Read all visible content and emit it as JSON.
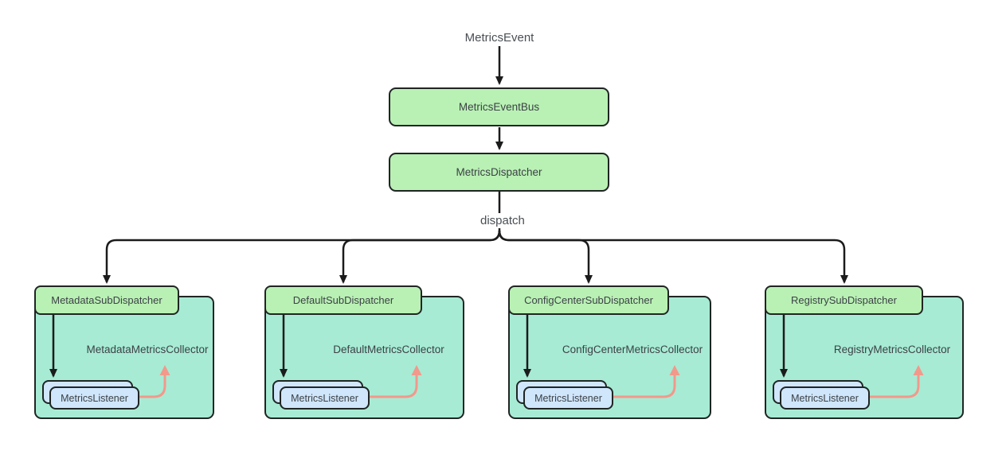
{
  "colors": {
    "line": "#1b1b1b",
    "node-green": "#b9f1b4",
    "node-teal": "#a7ebd4",
    "node-blue": "#cfe6fb",
    "node-border": "#202524",
    "salmon": "#f2998b",
    "text": "#3c4146",
    "label-text": "#4a4f54"
  },
  "diagram": {
    "source_label": "MetricsEvent",
    "event_bus": "MetricsEventBus",
    "dispatcher": "MetricsDispatcher",
    "edge_label": "dispatch",
    "listener": "MetricsListener",
    "sub_dispatchers": [
      {
        "name": "MetadataSubDispatcher",
        "collector": "MetadataMetricsCollector"
      },
      {
        "name": "DefaultSubDispatcher",
        "collector": "DefaultMetricsCollector"
      },
      {
        "name": "ConfigCenterSubDispatcher",
        "collector": "ConfigCenterMetricsCollector"
      },
      {
        "name": "RegistrySubDispatcher",
        "collector": "RegistryMetricsCollector"
      }
    ]
  }
}
